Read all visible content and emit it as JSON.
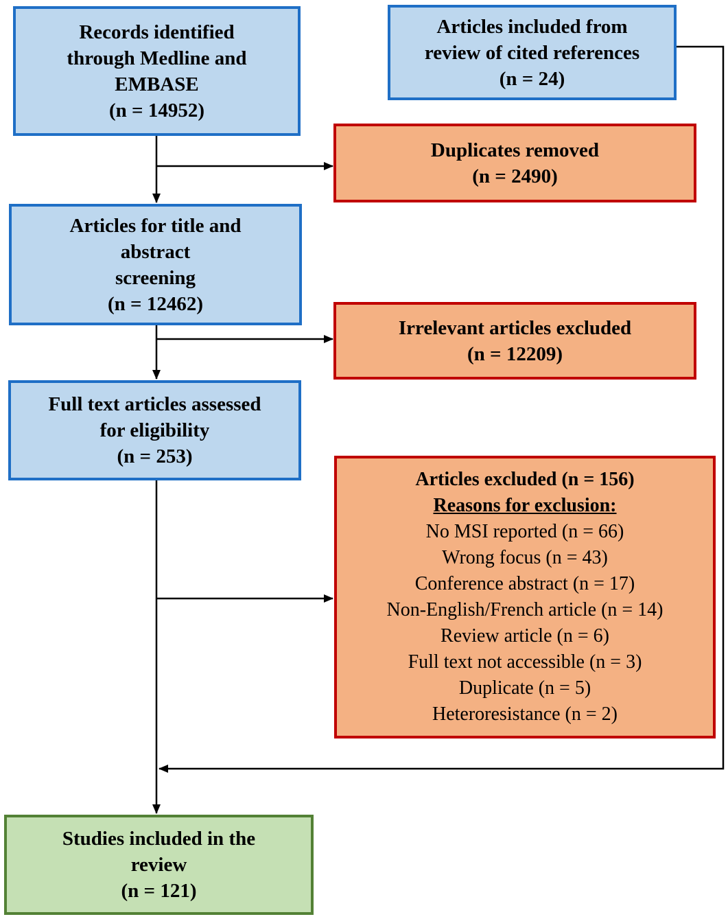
{
  "colors": {
    "blue_fill": "#bdd7ee",
    "blue_border": "#1f6fc6",
    "orange_fill": "#f4b183",
    "red_border": "#c00000",
    "green_fill": "#c5e0b4",
    "green_border": "#538135"
  },
  "identified": {
    "lines": [
      "Records identified",
      "through Medline and",
      "EMBASE"
    ],
    "count": "(n = 14952)"
  },
  "cited": {
    "lines": [
      "Articles included from",
      "review of cited references"
    ],
    "count": "(n = 24)"
  },
  "duplicates": {
    "title": "Duplicates removed",
    "count": "(n = 2490)"
  },
  "screening": {
    "lines": [
      "Articles for title and",
      "abstract",
      "screening"
    ],
    "count": "(n = 12462)"
  },
  "irrelevant": {
    "title": "Irrelevant articles excluded",
    "count": "(n = 12209)"
  },
  "fulltext": {
    "lines": [
      "Full text articles assessed",
      "for eligibility"
    ],
    "count": "(n = 253)"
  },
  "excluded": {
    "title": "Articles excluded (n = 156)",
    "reasons_heading": "Reasons for exclusion:",
    "reasons": [
      "No MSI reported (n = 66)",
      "Wrong focus (n = 43)",
      "Conference abstract (n = 17)",
      "Non-English/French article (n = 14)",
      "Review article (n = 6)",
      "Full text not accessible (n = 3)",
      "Duplicate (n = 5)",
      "Heteroresistance (n = 2)"
    ]
  },
  "included": {
    "lines": [
      "Studies included in the",
      "review"
    ],
    "count": "(n = 121)"
  }
}
